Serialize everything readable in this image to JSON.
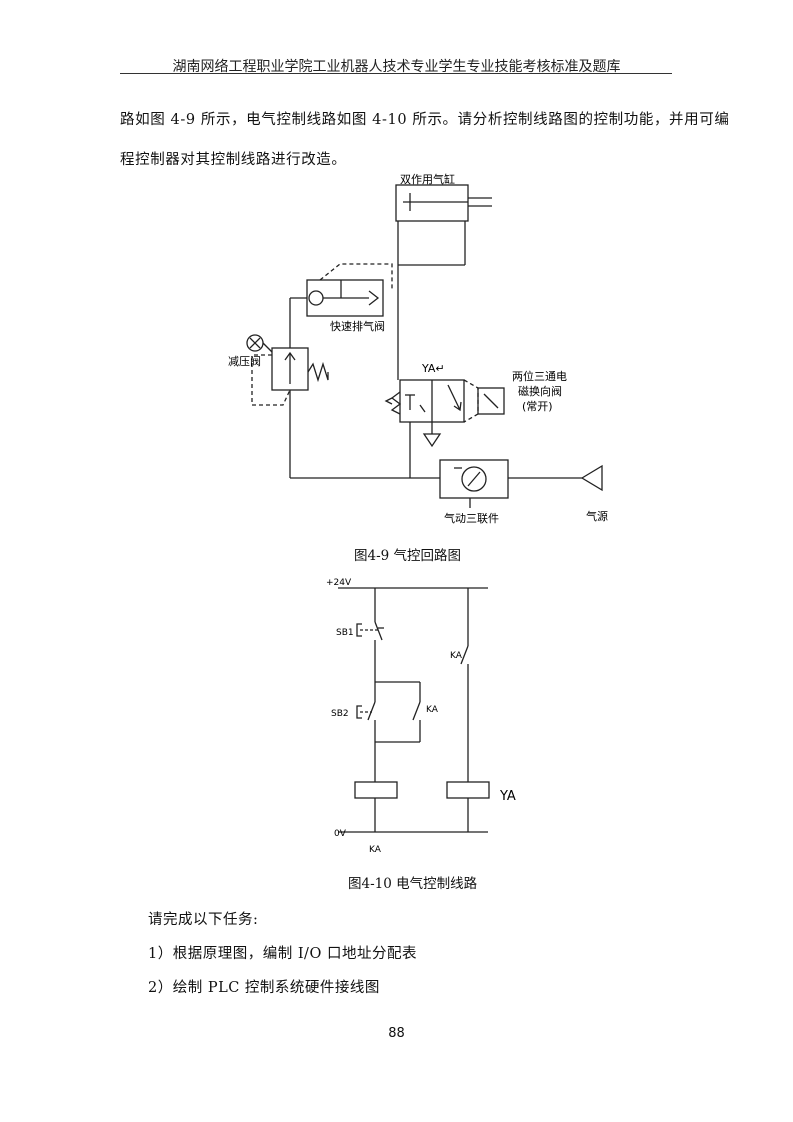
{
  "header": {
    "title": "湖南网络工程职业学院工业机器人技术专业学生专业技能考核标准及题库"
  },
  "body": {
    "line1": "路如图 4-9 所示，电气控制线路如图 4-10 所示。请分析控制线路图的控制功能，并用可编",
    "line2": "程控制器对其控制线路进行改造。"
  },
  "fig49": {
    "caption": "图4-9  气控回路图",
    "labels": {
      "cylinder": "双作用气缸",
      "quick_exhaust": "快速排气阀",
      "reducer": "减压阀",
      "solenoid_tag": "YA↵",
      "valve_line1": "两位三通电",
      "valve_line2": "磁换向阀",
      "valve_line3": "(常开)",
      "frl": "气动三联件",
      "source": "气源"
    }
  },
  "fig410": {
    "caption": "图4-10  电气控制线路",
    "labels": {
      "v24": "+24V",
      "ov": "0V",
      "sb1": "SB1",
      "sb2": "SB2",
      "ka_hold": "KA",
      "ka_contact": "KA",
      "ka_coil": "KA",
      "ya_coil": "YA"
    }
  },
  "tasks": {
    "intro": "请完成以下任务:",
    "t1": "1）根据原理图，编制 I/O 口地址分配表",
    "t2": "2）绘制 PLC 控制系统硬件接线图"
  },
  "footer": {
    "page_number": "88"
  }
}
